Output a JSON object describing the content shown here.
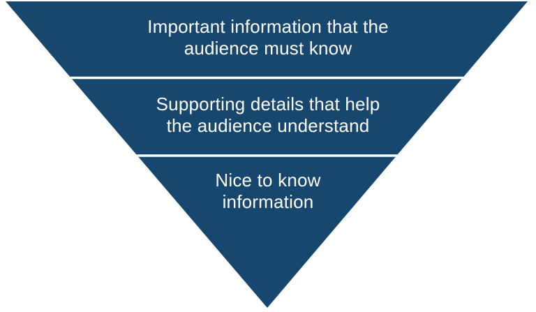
{
  "diagram": {
    "type": "inverted-pyramid",
    "colors": {
      "pyramid_fill": "#17476F",
      "divider": "#FFFFFF",
      "text": "#FFFFFF",
      "background": "#FFFFFF"
    },
    "sections": [
      {
        "label": "Important information that the audience must know",
        "lines": [
          "Important information that the",
          "audience must know"
        ]
      },
      {
        "label": "Supporting details that help the audience understand",
        "lines": [
          "Supporting details that help",
          "the audience understand"
        ]
      },
      {
        "label": "Nice to know information",
        "lines": [
          "Nice to know",
          "information"
        ]
      }
    ]
  }
}
